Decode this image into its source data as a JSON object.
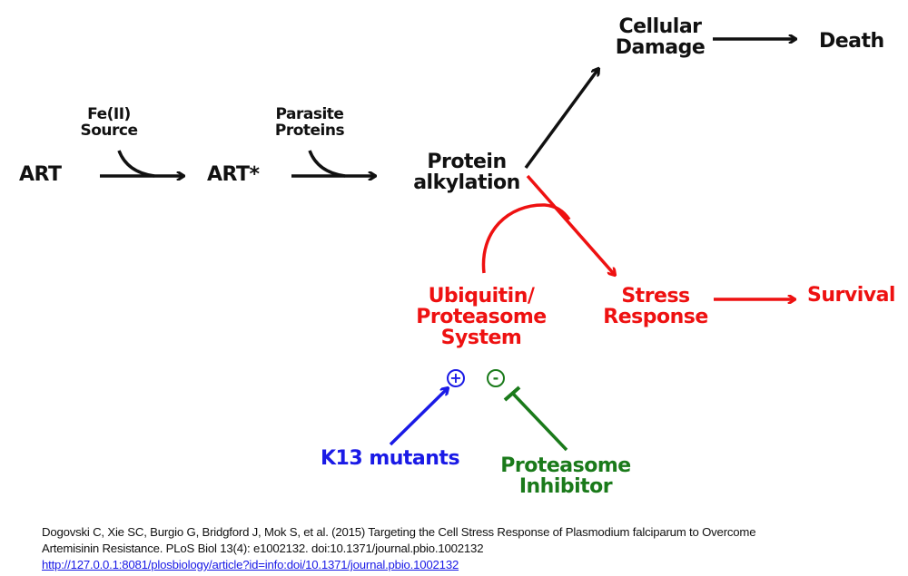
{
  "colors": {
    "main_pathway": "#111111",
    "survival_pathway": "#ee1111",
    "activator": "#1a1ae6",
    "inhibitor": "#1a7a1a",
    "link": "#1a1ae6"
  },
  "nodes": {
    "art": "ART",
    "fe_source": [
      "Fe(II)",
      "Source"
    ],
    "art_star": "ART*",
    "parasite_proteins": [
      "Parasite",
      "Proteins"
    ],
    "protein_alkylation": [
      "Protein",
      "alkylation"
    ],
    "cellular_damage": [
      "Cellular",
      "Damage"
    ],
    "death": "Death",
    "ubiquitin_proteasome": [
      "Ubiquitin/",
      "Proteasome",
      "System"
    ],
    "stress_response": [
      "Stress",
      "Response"
    ],
    "survival": "Survival",
    "k13_mutants": "K13 mutants",
    "proteasome_inhibitor": [
      "Proteasome",
      "Inhibitor"
    ]
  },
  "signs": {
    "activation": "+",
    "inhibition": "-"
  },
  "edges": [
    {
      "from": "ART",
      "to": "ART*",
      "cofactor": "Fe(II) Source",
      "type": "activation"
    },
    {
      "from": "ART*",
      "to": "Protein alkylation",
      "cofactor": "Parasite Proteins",
      "type": "activation"
    },
    {
      "from": "Protein alkylation",
      "to": "Cellular Damage",
      "type": "activation"
    },
    {
      "from": "Cellular Damage",
      "to": "Death",
      "type": "activation"
    },
    {
      "from": "Protein alkylation",
      "to": "Stress Response",
      "cofactor": "Ubiquitin/Proteasome System",
      "type": "activation"
    },
    {
      "from": "Stress Response",
      "to": "Survival",
      "type": "activation"
    },
    {
      "from": "K13 mutants",
      "to": "Ubiquitin/Proteasome System",
      "type": "activation"
    },
    {
      "from": "Proteasome Inhibitor",
      "to": "Ubiquitin/Proteasome System",
      "type": "inhibition"
    }
  ],
  "citation": {
    "line1": "Dogovski C, Xie SC, Burgio G, Bridgford J, Mok S, et al. (2015) Targeting the Cell Stress Response of Plasmodium falciparum to Overcome",
    "line2": "Artemisinin Resistance. PLoS Biol 13(4): e1002132. doi:10.1371/journal.pbio.1002132",
    "link": "http://127.0.0.1:8081/plosbiology/article?id=info:doi/10.1371/journal.pbio.1002132"
  }
}
